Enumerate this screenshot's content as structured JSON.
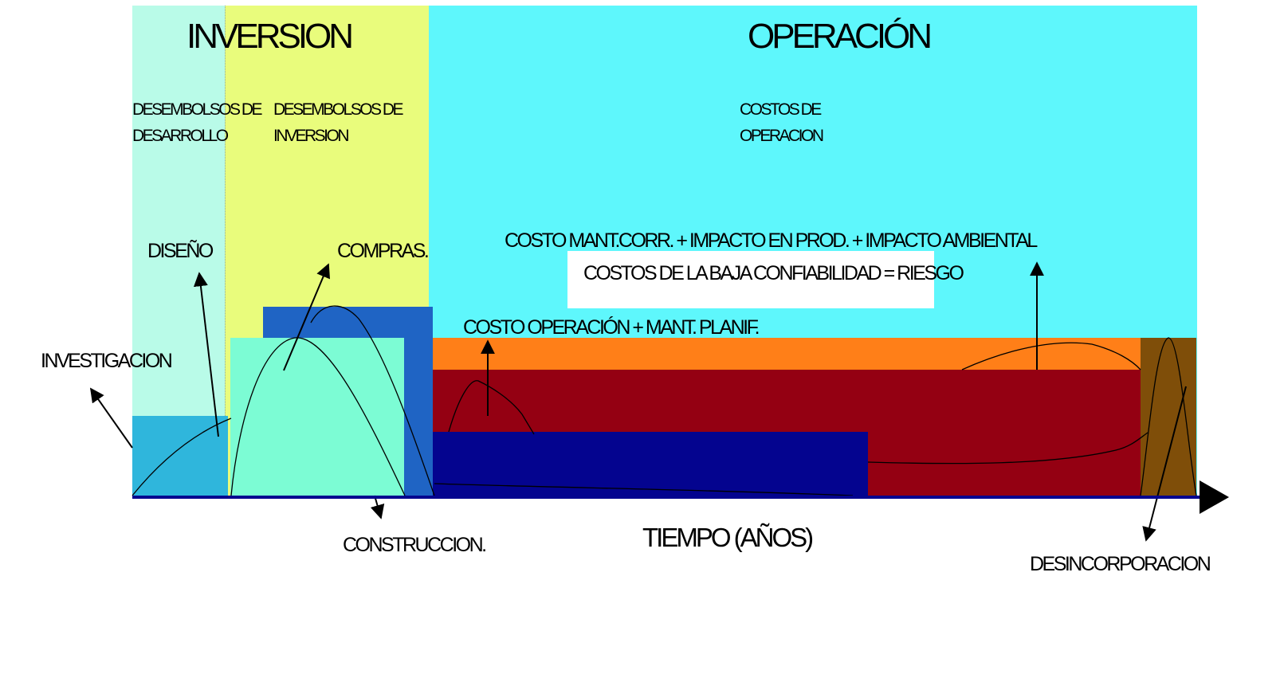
{
  "phases": {
    "inversion": "INVERSION",
    "operacion": "OPERACIÓN"
  },
  "subheaders": {
    "desarrollo": [
      "DESEMBOLSOS DE",
      "DESARROLLO"
    ],
    "inversion": [
      "DESEMBOLSOS DE",
      "INVERSION"
    ],
    "operacion": [
      "COSTOS DE",
      "OPERACION"
    ]
  },
  "labels": {
    "diseno": "DISEÑO",
    "compras": "COMPRAS.",
    "investigacion": "INVESTIGACION",
    "construccion": "CONSTRUCCION.",
    "desincorporacion": "DESINCORPORACION",
    "tiempo": "TIEMPO (AÑOS)",
    "costo_operacion": "COSTO OPERACIÓN + MANT. PLANIF.",
    "costo_mant": "COSTO MANT.CORR. + IMPACTO EN PROD. + IMPACTO AMBIENTAL",
    "riesgo": "COSTOS DE LA BAJA CONFIABILIDAD = RIESGO"
  },
  "colors": {
    "desarrollo_bg": "#b9fbe8",
    "inversion_bg": "#e9fc7c",
    "operacion_bg": "#5ef7fc",
    "investigacion_block": "#2fb6dc",
    "compras_block": "#7cfcd4",
    "construccion_block": "#1f64c4",
    "riesgo_band": "#ff7f18",
    "mant_band": "#940012",
    "operacion_block": "#04048f",
    "desincorporacion_block": "#7f4e09",
    "axis": "#04048f"
  }
}
